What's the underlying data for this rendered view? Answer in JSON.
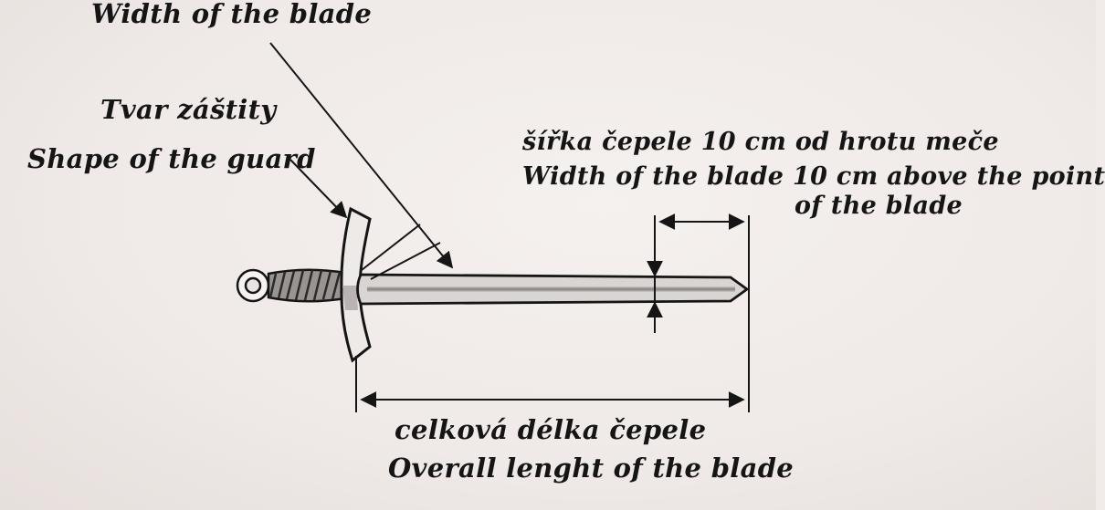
{
  "labels": {
    "blade_width_top_en": "Width of the blade",
    "guard_shape_cs": "Tvar záštity",
    "guard_shape_en": "Shape of the guard",
    "width_10cm_cs": "šířka čepele 10 cm od hrotu meče",
    "width_10cm_en_line1": "Width of the blade 10 cm above the point",
    "width_10cm_en_line2": "of the blade",
    "overall_length_cs": "celková délka čepele",
    "overall_length_en": "Overall lenght of the blade"
  },
  "colors": {
    "ink": "#151515",
    "paper": "#f1ecea",
    "blade": "#d7d3d0",
    "grip": "#8d8683"
  }
}
